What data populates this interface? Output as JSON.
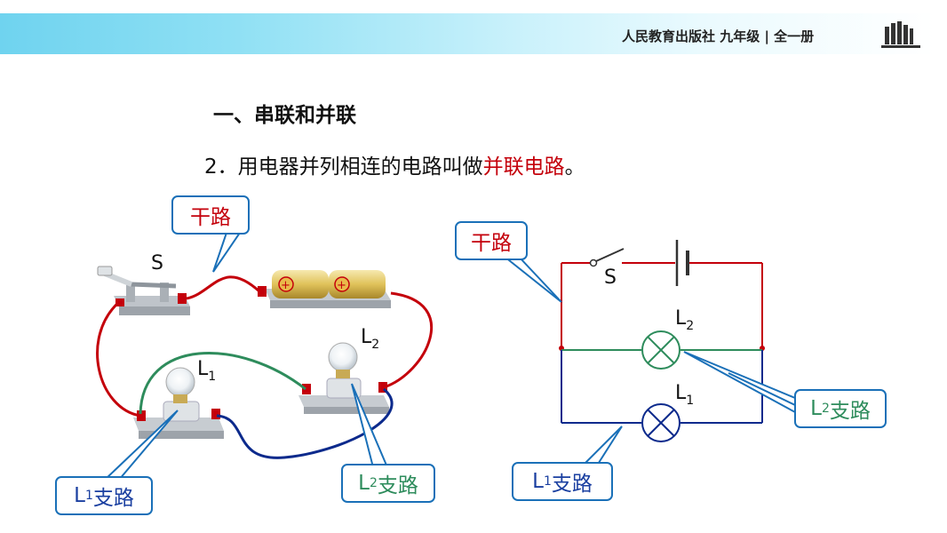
{
  "header": {
    "publisher": "人民教育出版社 九年级 | 全一册",
    "logo_icon": "books-logo-icon",
    "banner_colors": [
      "#6fd3ef",
      "#eafafe"
    ]
  },
  "heading": "一、串联和并联",
  "statement": {
    "prefix": "2．用电器并列相连的电路叫做",
    "highlight": "并联电路",
    "suffix": "。"
  },
  "left_diagram": {
    "trunk_callout": "干路",
    "switch_label": "S",
    "lamp1_label": "L",
    "lamp1_sub": "1",
    "lamp2_label": "L",
    "lamp2_sub": "2",
    "branch1_callout": {
      "main": "L",
      "sub": "1",
      "rest": "支路"
    },
    "branch2_callout": {
      "main": "L",
      "sub": "2",
      "rest": "支路"
    }
  },
  "right_diagram": {
    "trunk_callout": "干路",
    "switch_label": "S",
    "lamp2_label": "L",
    "lamp2_sub": "2",
    "lamp1_label": "L",
    "lamp1_sub": "1",
    "branch2_callout": {
      "main": "L",
      "sub": "2",
      "rest": "支路"
    },
    "branch1_callout": {
      "main": "L",
      "sub": "1",
      "rest": "支路"
    }
  },
  "colors": {
    "trunk": "#c4000b",
    "branch_l2": "#2e8c5c",
    "branch_l1": "#0c2a8c",
    "callout_border": "#1a70b8"
  }
}
